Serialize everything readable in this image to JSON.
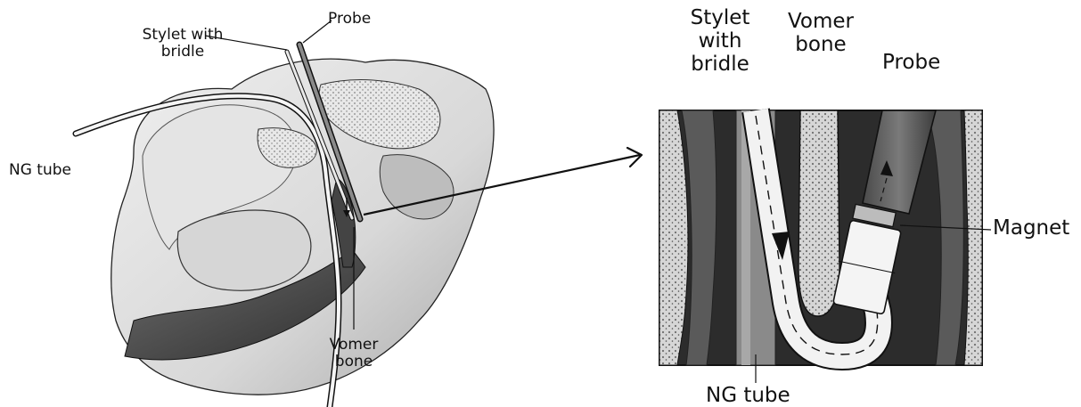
{
  "left_figure": {
    "labels": {
      "stylet_with_bridle_line1": "Stylet with",
      "stylet_with_bridle_line2": "bridle",
      "probe": "Probe",
      "ng_tube": "NG tube",
      "vomer_bone_line1": "Vomer",
      "vomer_bone_line2": "bone"
    }
  },
  "right_figure": {
    "labels": {
      "stylet_line1": "Stylet",
      "stylet_line2": "with",
      "stylet_line3": "bridle",
      "vomer_line1": "Vomer",
      "vomer_line2": "bone",
      "probe": "Probe",
      "magnet": "Magnet",
      "ng_tube": "NG tube"
    }
  },
  "colors": {
    "ink": "#111111",
    "tissue_light": "#dcdcdc",
    "tissue_mid": "#b8b8b8",
    "tissue_dark": "#3a3a3a",
    "bone_pattern": "#cfcfcf",
    "probe_gray": "#5a5a5a",
    "tube_white": "#f5f5f5"
  },
  "icons": [
    "arrow-icon",
    "magnet-icon"
  ]
}
